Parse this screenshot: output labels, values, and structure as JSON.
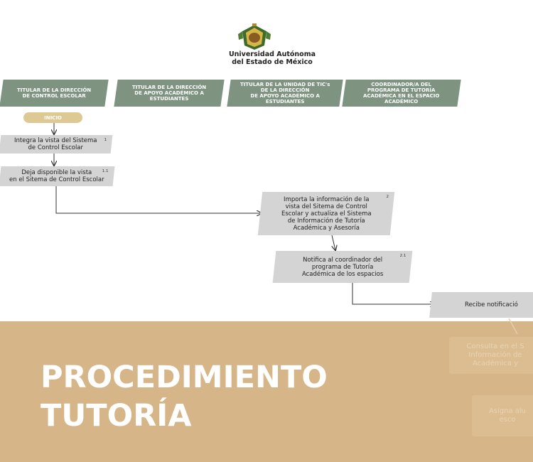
{
  "header": {
    "university_line1": "Universidad Autónoma",
    "university_line2": "del Estado de México"
  },
  "lanes": [
    {
      "label": "TITULAR DE LA DIRECCIÓN\nDE CONTROL ESCOLAR"
    },
    {
      "label": "TITULAR DE LA DIRECCIÓN\nDE APOYO ACADÉMICO A\nESTUDIANTES"
    },
    {
      "label": "TITULAR DE LA UNIDAD DE TIC's\nDE LA DIRECCIÓN\nDE APOYO ACADÉMICO A\nESTUDIANTES"
    },
    {
      "label": "COORDINADOR/A DEL\nPROGRAMA DE TUTORÍA\nACADÉMICA EN EL ESPACIO\nACADÉMICO"
    }
  ],
  "start_label": "INICIO",
  "steps": [
    {
      "num": "1",
      "text": "Integra la vista del Sistema\nde Control Escolar"
    },
    {
      "num": "1.1",
      "text": "Deja disponible la vista\nen el Sitema de Control Escolar"
    },
    {
      "num": "2",
      "text": "Importa la información de la\nvista del Sitema de Control\nEscolar y actualiza el Sistema\nde Información de Tutoría\nAcadémica y Asesoría"
    },
    {
      "num": "2.1",
      "text": "Notifica al coordinador del\nprograma de Tutoría\nAcadémica de los espacios"
    },
    {
      "num": "",
      "text": "Recibe notificació"
    }
  ],
  "faded_steps": [
    {
      "text": "Consulta en el S\nInformación de\nAcadémica y"
    },
    {
      "text": "Asigna alu\nesco"
    }
  ],
  "banner": {
    "line1": "PROCEDIMIENTO",
    "line2": "TUTORÍA"
  },
  "colors": {
    "lane_header": "#7e9481",
    "start": "#dcc993",
    "step": "#d4d4d4",
    "banner": "#d6b588"
  }
}
